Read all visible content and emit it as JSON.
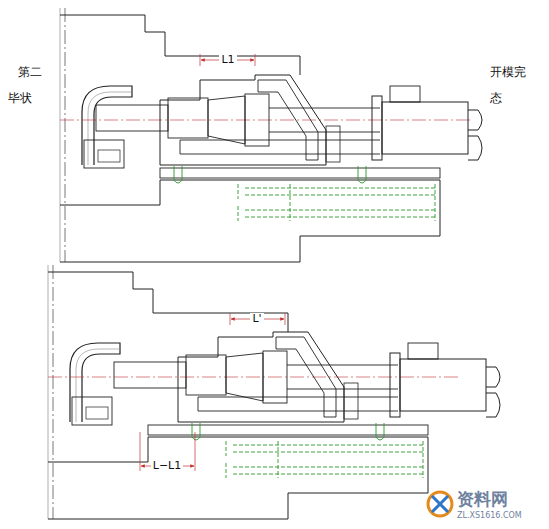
{
  "diagram": {
    "labels": [
      "第二",
      "毕状",
      "开模完",
      "态",
      "L1",
      "L'",
      "L−L1",
      "资料网",
      "ZL.XS1616.COM"
    ]
  }
}
